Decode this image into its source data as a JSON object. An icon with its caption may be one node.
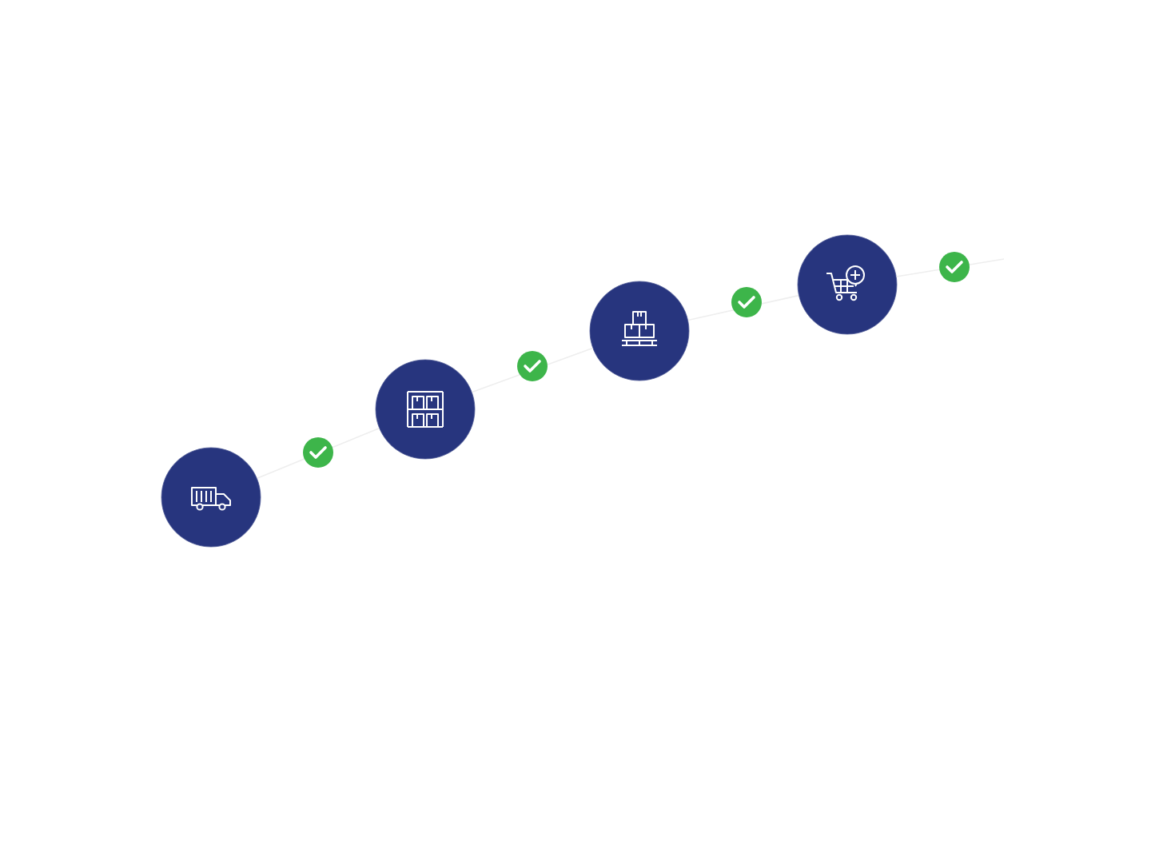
{
  "diagram": {
    "nodes": [
      {
        "text": [],
        "shape": "circle"
      },
      {
        "text": [],
        "shape": "circle"
      },
      {
        "text": [],
        "shape": "circle"
      },
      {
        "text": [],
        "shape": "circle"
      }
    ],
    "edges": [
      {
        "from": 0,
        "to": 1,
        "arrow": "none"
      },
      {
        "from": 1,
        "to": 2,
        "arrow": "none"
      },
      {
        "from": 2,
        "to": 3,
        "arrow": "none"
      },
      {
        "from": 3,
        "to": null,
        "arrow": "none"
      }
    ]
  }
}
